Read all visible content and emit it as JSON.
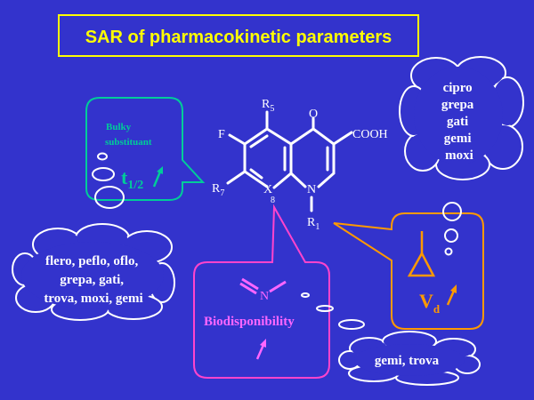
{
  "title": "SAR of pharmacokinetic parameters",
  "colors": {
    "background": "#3333cc",
    "title": "#ffff00",
    "teal": "#00cc99",
    "pink": "#ff44cc",
    "orange": "#ff9900",
    "white": "#ffffff"
  },
  "molecule": {
    "o": "O",
    "cooh": "COOH",
    "f": "F",
    "r5": "R",
    "r5_sub": "5",
    "r7": "R",
    "r7_sub": "7",
    "x": "X",
    "x_sub": "8",
    "n": "N",
    "r1": "R",
    "r1_sub": "1"
  },
  "teal_callout": {
    "line1": "Bulky",
    "line2": "substituant",
    "t": "t",
    "t_sub": "1/2"
  },
  "pink_callout": {
    "n": "N",
    "label": "Biodisponibility"
  },
  "orange_callout": {
    "v": "V",
    "v_sub": "d"
  },
  "cloud_top_right": [
    "cipro",
    "grepa",
    "gati",
    "gemi",
    "moxi"
  ],
  "cloud_left": [
    "flero, peflo, oflo,",
    "grepa, gati,",
    "trova, moxi, gemi"
  ],
  "cloud_bottom": "gemi, trova"
}
